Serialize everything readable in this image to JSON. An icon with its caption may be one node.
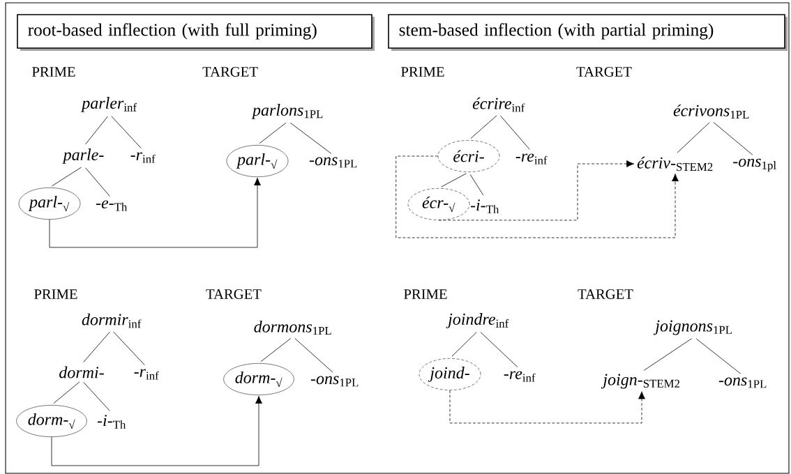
{
  "diagram": {
    "nodes": [
      {
        "text": [
          "root-based inflection (with full priming)"
        ]
      },
      {
        "text": [
          "stem-based inflection (with partial priming)"
        ]
      },
      {
        "text": [
          "*parler*$_{inf}$"
        ]
      },
      {
        "text": [
          "*parle-*"
        ]
      },
      {
        "text": [
          "*-r*$_{inf}$"
        ]
      },
      {
        "text": [
          "*parl-*$_{√}$"
        ]
      },
      {
        "text": [
          "*-e-*$_{Th}$"
        ]
      },
      {
        "text": [
          "*parlons*$_{1PL}$"
        ]
      },
      {
        "text": [
          "*parl-*$_{√}$"
        ]
      },
      {
        "text": [
          "*-ons*$_{1PL}$"
        ]
      },
      {
        "text": [
          "*écrire*$_{inf}$"
        ]
      },
      {
        "text": [
          "*écri-*"
        ]
      },
      {
        "text": [
          "*-re*$_{inf}$"
        ]
      },
      {
        "text": [
          "*écr-*$_{√}$"
        ]
      },
      {
        "text": [
          "*-i-*$_{Th}$"
        ]
      },
      {
        "text": [
          "*écrivons*$_{1PL}$"
        ]
      },
      {
        "text": [
          "*écriv-*$_{STEM2}$"
        ]
      },
      {
        "text": [
          "*-ons*$_{1pl}$"
        ]
      },
      {
        "text": [
          "*dormir*$_{inf}$"
        ]
      },
      {
        "text": [
          "*dormi-*"
        ]
      },
      {
        "text": [
          "*-r*$_{inf}$"
        ]
      },
      {
        "text": [
          "*dorm-*$_{√}$"
        ]
      },
      {
        "text": [
          "*-i-*$_{Th}$"
        ]
      },
      {
        "text": [
          "*dormons*$_{1PL}$"
        ]
      },
      {
        "text": [
          "*dorm-*$_{√}$"
        ]
      },
      {
        "text": [
          "*-ons*$_{1PL}$"
        ]
      },
      {
        "text": [
          "*joindre*$_{inf}$"
        ]
      },
      {
        "text": [
          "*joind-*"
        ]
      },
      {
        "text": [
          "*-re*$_{inf}$"
        ]
      },
      {
        "text": [
          "*joignons*$_{1PL}$"
        ]
      },
      {
        "text": [
          "*joign-*$_{STEM2}$"
        ]
      },
      {
        "text": [
          "*-ons*$_{1PL}$"
        ]
      }
    ],
    "edges": [
      {
        "from": 2,
        "to": 3,
        "arrow": "none"
      },
      {
        "from": 2,
        "to": 4,
        "arrow": "none"
      },
      {
        "from": 3,
        "to": 5,
        "arrow": "none"
      },
      {
        "from": 3,
        "to": 6,
        "arrow": "none"
      },
      {
        "from": 7,
        "to": 8,
        "arrow": "none"
      },
      {
        "from": 7,
        "to": 9,
        "arrow": "none"
      },
      {
        "from": 10,
        "to": 11,
        "arrow": "none"
      },
      {
        "from": 10,
        "to": 12,
        "arrow": "none"
      },
      {
        "from": 11,
        "to": 13,
        "arrow": "none"
      },
      {
        "from": 11,
        "to": 14,
        "arrow": "none"
      },
      {
        "from": 15,
        "to": 16,
        "arrow": "none"
      },
      {
        "from": 15,
        "to": 17,
        "arrow": "none"
      },
      {
        "from": 18,
        "to": 19,
        "arrow": "none"
      },
      {
        "from": 18,
        "to": 20,
        "arrow": "none"
      },
      {
        "from": 19,
        "to": 21,
        "arrow": "none"
      },
      {
        "from": 19,
        "to": 22,
        "arrow": "none"
      },
      {
        "from": 23,
        "to": 24,
        "arrow": "none"
      },
      {
        "from": 23,
        "to": 25,
        "arrow": "none"
      },
      {
        "from": 26,
        "to": 27,
        "arrow": "none"
      },
      {
        "from": 26,
        "to": 28,
        "arrow": "none"
      },
      {
        "from": 29,
        "to": 30,
        "arrow": "none"
      },
      {
        "from": 29,
        "to": 31,
        "arrow": "none"
      },
      {
        "from": 5,
        "to": 8,
        "arrow": "to"
      },
      {
        "from": 11,
        "to": 16,
        "arrow": "to",
        "style": "dashed"
      },
      {
        "from": 13,
        "to": 16,
        "arrow": "to",
        "style": "dashed"
      },
      {
        "from": 21,
        "to": 24,
        "arrow": "to"
      },
      {
        "from": 27,
        "to": 30,
        "arrow": "to",
        "style": "dashed"
      }
    ],
    "labels": [
      "PRIME",
      "TARGET",
      "PRIME",
      "TARGET",
      "PRIME",
      "TARGET",
      "PRIME",
      "TARGET"
    ]
  }
}
